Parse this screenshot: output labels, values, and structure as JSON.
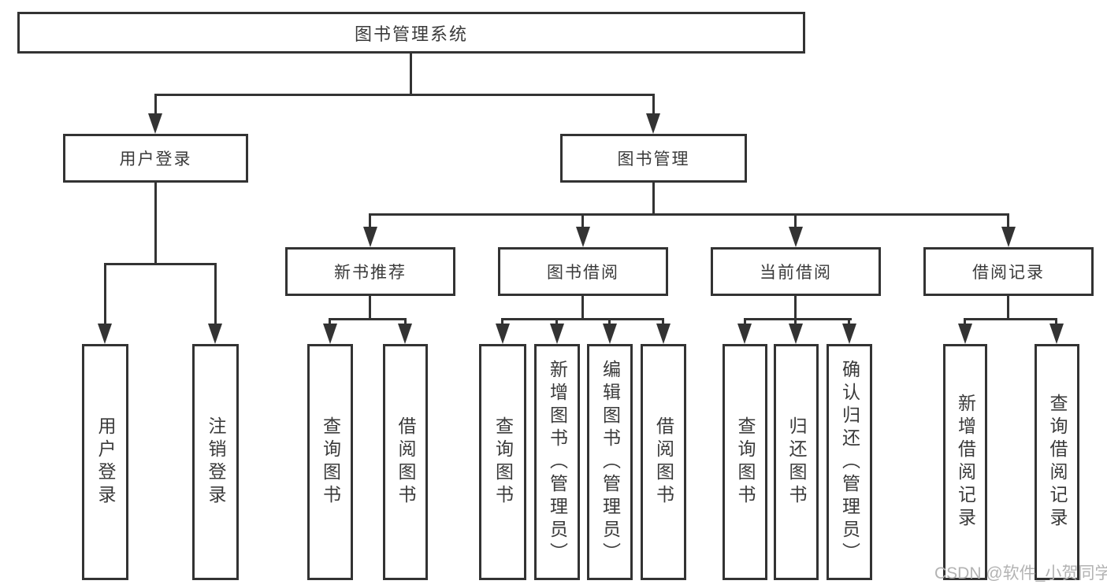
{
  "diagram": {
    "root": {
      "label": "图书管理系统"
    },
    "branches": [
      {
        "label": "用户登录",
        "children": [
          {
            "label": "用户登录"
          },
          {
            "label": "注销登录"
          }
        ]
      },
      {
        "label": "图书管理",
        "children": [
          {
            "label": "新书推荐",
            "children": [
              {
                "label": "查询图书"
              },
              {
                "label": "借阅图书"
              }
            ]
          },
          {
            "label": "图书借阅",
            "children": [
              {
                "label": "查询图书"
              },
              {
                "label": "新增图书（管理员）"
              },
              {
                "label": "编辑图书（管理员）"
              },
              {
                "label": "借阅图书"
              }
            ]
          },
          {
            "label": "当前借阅",
            "children": [
              {
                "label": "查询图书"
              },
              {
                "label": "归还图书"
              },
              {
                "label": "确认归还（管理员）"
              }
            ]
          },
          {
            "label": "借阅记录",
            "children": [
              {
                "label": "新增借阅记录"
              },
              {
                "label": "查询借阅记录"
              }
            ]
          }
        ]
      }
    ],
    "watermark": {
      "text": "CSDN @软件_小贺同学"
    },
    "colors": {
      "line": "#333333",
      "text": "#3a3a3a",
      "watermark": "#b3b3b3",
      "background": "#ffffff"
    }
  }
}
